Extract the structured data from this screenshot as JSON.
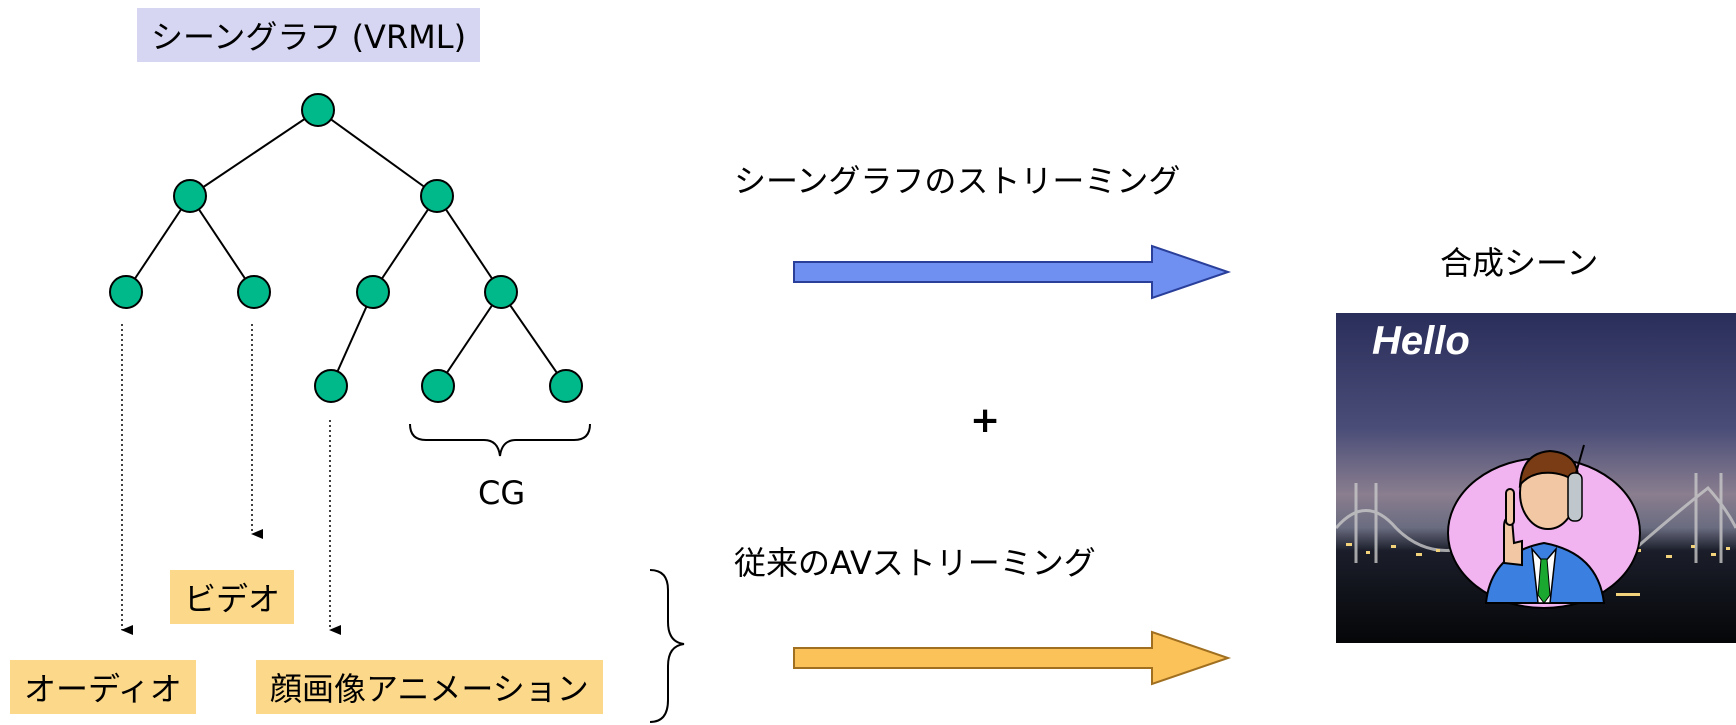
{
  "scene_graph_title": "シーングラフ (VRML)",
  "cg_label": "CG",
  "media": {
    "video": "ビデオ",
    "audio": "オーディオ",
    "face_animation": "顔画像アニメーション"
  },
  "streams": {
    "scene_graph_streaming": "シーングラフのストリーミング",
    "plus": "+",
    "av_streaming": "従来のAVストリーミング"
  },
  "composite": {
    "title": "合成シーン",
    "hello": "Hello"
  },
  "colors": {
    "node_fill": "#00b98a",
    "blue_arrow": "#6f90f0",
    "orange_arrow": "#fcc25a",
    "purple_box": "#d6d6f2",
    "orange_box": "#fcd88a"
  }
}
